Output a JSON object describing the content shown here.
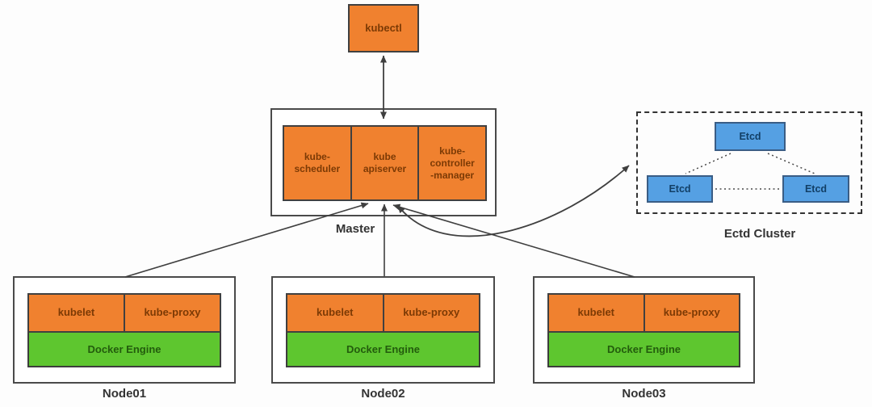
{
  "colors": {
    "orange_fill": "#F0812F",
    "green_fill": "#5EC62F",
    "blue_fill": "#55A0E3",
    "box_border": "#404040",
    "arrow": "#3F3F3F",
    "orange_text": "#7C3A05",
    "green_text": "#235C0D",
    "blue_text": "#123F66",
    "label_text": "#333333"
  },
  "kubectl": {
    "label": "kubectl"
  },
  "master": {
    "label": "Master",
    "components": [
      {
        "label": "kube-\nscheduler"
      },
      {
        "label": "kube\napiserver"
      },
      {
        "label": "kube-\ncontroller\n-manager"
      }
    ]
  },
  "etcd_cluster": {
    "label": "Ectd Cluster",
    "members": [
      {
        "label": "Etcd"
      },
      {
        "label": "Etcd"
      },
      {
        "label": "Etcd"
      }
    ]
  },
  "nodes": [
    {
      "label": "Node01",
      "components": [
        {
          "label": "kubelet"
        },
        {
          "label": "kube-proxy"
        }
      ],
      "runtime": {
        "label": "Docker Engine"
      }
    },
    {
      "label": "Node02",
      "components": [
        {
          "label": "kubelet"
        },
        {
          "label": "kube-proxy"
        }
      ],
      "runtime": {
        "label": "Docker Engine"
      }
    },
    {
      "label": "Node03",
      "components": [
        {
          "label": "kubelet"
        },
        {
          "label": "kube-proxy"
        }
      ],
      "runtime": {
        "label": "Docker Engine"
      }
    }
  ]
}
